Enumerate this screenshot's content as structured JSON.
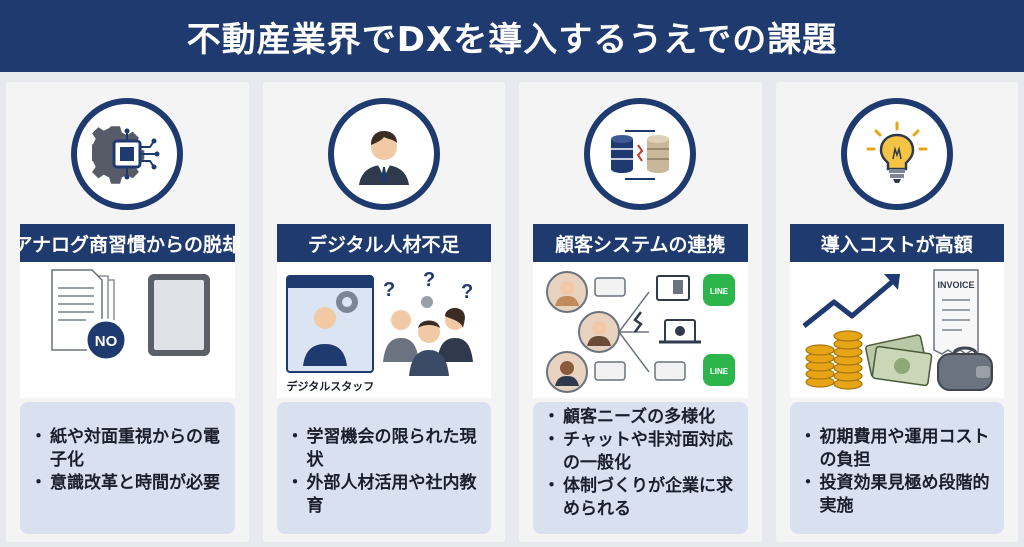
{
  "title": "不動産業界でDXを導入するうえでの課題",
  "colors": {
    "navy": "#1f3a6e",
    "panel": "#d9e1f0",
    "card": "#f4f4f5"
  },
  "cards": [
    {
      "icon": "chip-gear-icon",
      "title": "アナログ商習慣からの脱却",
      "badge": "NO",
      "points": [
        "紙や対面重視からの電子化",
        "意識改革と時間が必要"
      ]
    },
    {
      "icon": "businessman-icon",
      "title": "デジタル人材不足",
      "caption": "デジタルスタッフ",
      "points": [
        "学習機会の限られた現状",
        "外部人材活用や社内教育"
      ]
    },
    {
      "icon": "database-sync-icon",
      "title": "顧客システムの連携",
      "line_label": "LINE",
      "points": [
        "顧客ニーズの多様化",
        "チャットや非対面対応の一般化",
        "体制づくりが企業に求められる"
      ]
    },
    {
      "icon": "lightbulb-icon",
      "title": "導入コストが高額",
      "invoice_label": "INVOICE",
      "points": [
        "初期費用や運用コストの負担",
        "投資効果見極め段階的実施"
      ]
    }
  ]
}
